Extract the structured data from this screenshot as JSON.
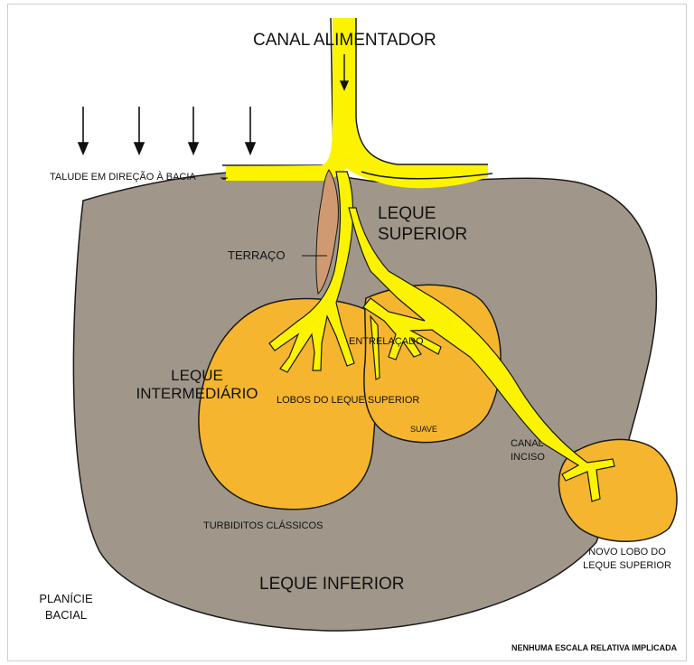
{
  "colors": {
    "fan_body": "#a0978a",
    "lobe": "#f6b52e",
    "channel": "#fcf300",
    "terrace": "#cf9a72",
    "outline": "#1a1a1a"
  },
  "labels": {
    "canal_alimentador": "CANAL ALIMENTADOR",
    "talude": "TALUDE EM DIREÇÃO À BACIA",
    "terraco": "TERRAÇO",
    "leque_superior": "LEQUE\nSUPERIOR",
    "entrelacado": "ENTRELAÇADO",
    "leque_intermediario": "LEQUE\nINTERMEDIÁRIO",
    "lobos_leque_superior": "LOBOS DO LEQUE SUPERIOR",
    "suave": "SUAVE",
    "canal_inciso": "CANAL\nINCISO",
    "turbiditos": "TURBIDITOS CLÁSSICOS",
    "leque_inferior": "LEQUE INFERIOR",
    "planicie": "PLANÍCIE\nBACIAL",
    "novo_lobo": "NOVO LOBO DO\nLEQUE SUPERIOR",
    "escala": "NENHUMA ESCALA RELATIVA IMPLICADA"
  }
}
